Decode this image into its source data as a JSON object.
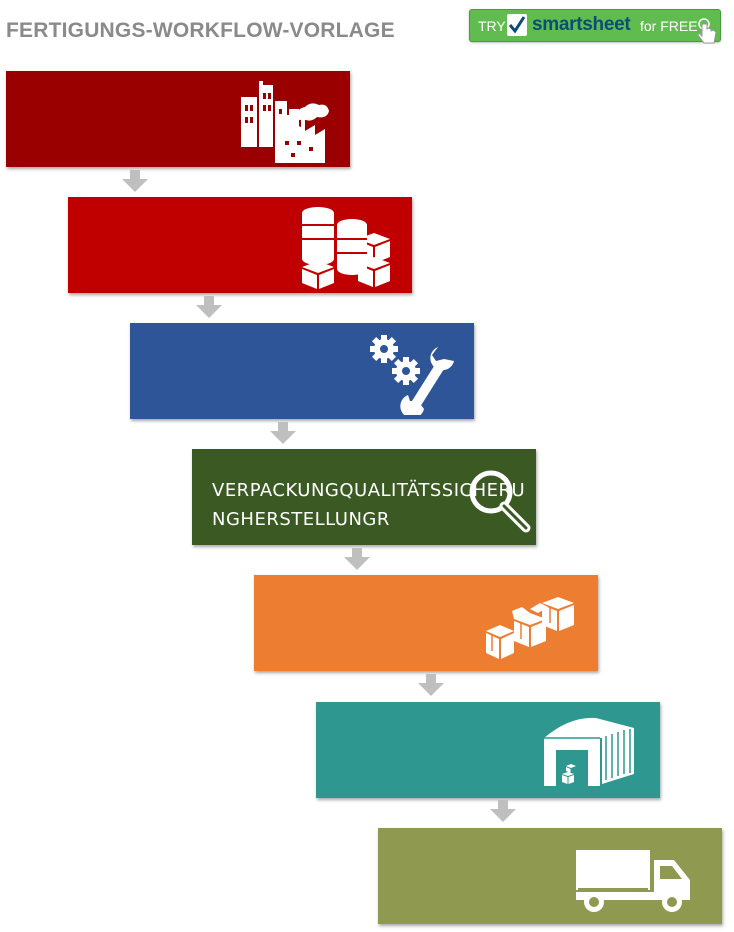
{
  "header": {
    "title": "FERTIGUNGS-WORKFLOW-VORLAGE"
  },
  "cta": {
    "try": "TRY",
    "brand": "smartsheet",
    "free": "for FREE"
  },
  "colors": {
    "step1": "#9a0000",
    "step2": "#c00000",
    "step3": "#2e5597",
    "step4": "#3b5a23",
    "step5": "#ed7d31",
    "step6": "#2e9890",
    "step7": "#8f9a50",
    "arrow": "#bfbfbf"
  },
  "steps": [
    {
      "icon": "factory-icon",
      "label": ""
    },
    {
      "icon": "inventory-barrels-boxes-icon",
      "label": ""
    },
    {
      "icon": "gears-wrench-icon",
      "label": ""
    },
    {
      "icon": "magnifier-icon",
      "label": "VERPACKUNGQUALITÄTSSICHERUNGHERSTELLUNGR"
    },
    {
      "icon": "packaging-boxes-icon",
      "label": ""
    },
    {
      "icon": "warehouse-icon",
      "label": ""
    },
    {
      "icon": "delivery-truck-icon",
      "label": ""
    }
  ]
}
